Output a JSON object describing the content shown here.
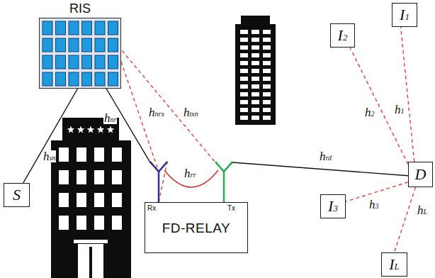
{
  "diagram": {
    "nodes": [
      {
        "text": [
          "RIS"
        ]
      },
      {
        "text": [
          "I1"
        ]
      },
      {
        "text": [
          "I2"
        ]
      },
      {
        "text": [
          "D"
        ]
      },
      {
        "text": [
          "S"
        ]
      },
      {
        "text": [
          "I3"
        ]
      },
      {
        "text": [
          "FD-RELAY"
        ]
      },
      {
        "text": [
          "IL"
        ]
      }
    ],
    "edges": [
      {
        "from": 4,
        "to": 0,
        "arrow": "none",
        "label": "hsn"
      },
      {
        "from": 0,
        "to": 6,
        "arrow": "none",
        "label": "hnr"
      },
      {
        "from": 0,
        "to": 6,
        "arrow": "none",
        "label": "hnrx"
      },
      {
        "from": 6,
        "to": 0,
        "arrow": "none",
        "label": "htxn"
      },
      {
        "from": 6,
        "to": 3,
        "arrow": "none",
        "label": "hrd"
      },
      {
        "from": 3,
        "to": 1,
        "arrow": "none",
        "label": "h1"
      },
      {
        "from": 3,
        "to": 2,
        "arrow": "none",
        "label": "h2"
      },
      {
        "from": 3,
        "to": 5,
        "arrow": "none",
        "label": "h3"
      },
      {
        "from": 3,
        "to": 7,
        "arrow": "none",
        "label": "hL"
      }
    ],
    "labels": [
      "hrr",
      "Rx",
      "Tx"
    ]
  }
}
